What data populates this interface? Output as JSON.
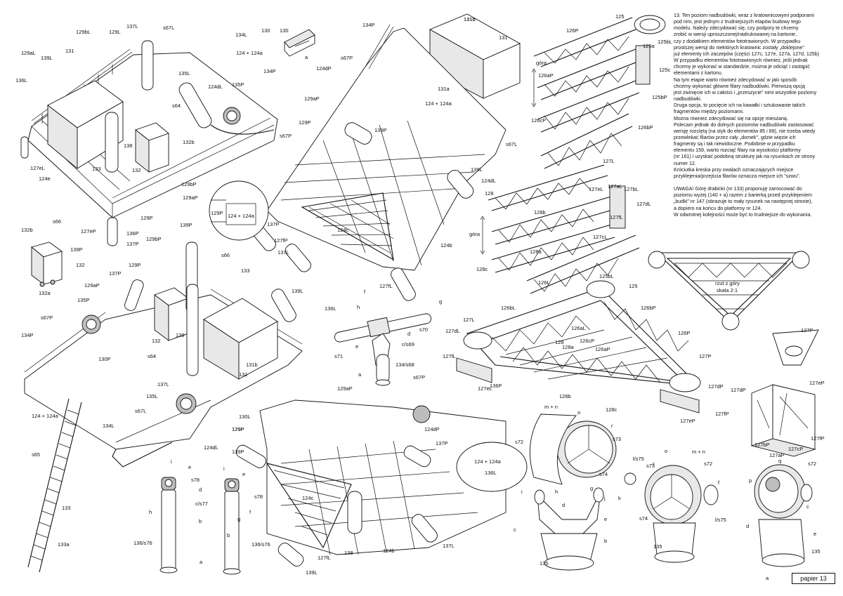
{
  "notes": {
    "paragraph_1": [
      "13. Ten poziom nadbudówki, wraz z kratownicowymi podporami",
      "pod nim, jest jednym z trudniejszych etapów budowy tego",
      "modelu. Należy zdecydować się, czy podpory te chcemy",
      "zrobić w wersji uproszczonej/nadrukowanej na kartonie,",
      "czy z dodatkiem elementów fototrawionych. W przypadku",
      "prostszej wersji do niektórych kratownic zostały „doklejone\"",
      "już elementy ich zaczepów (części 127c, 127e, 127a, 127d, 125b)",
      "W przypadku elementów fototrawionych również, jeśli jednak",
      "chcemy je wykonać w standardzie, można je odciąć i zastąpić",
      "elementami z kartonu.",
      "Na tym etapie warto również zdecydować w jaki sposób",
      "chcemy wykonać główne filary nadbudówki. Pierwszą opcją",
      "jest zwinięcie ich w całości i „przeszycie\" nimi wszystkie poziomy",
      "nadbudówki.",
      "Druga opcja, to pocięcie ich na kawałki i sztukowanie takich",
      "fragmentów między poziomami.",
      "Można również zdecydować się na opcję mieszaną.",
      "Polecam jednak do dolnych poziomów nadbudówki zastosować",
      "wersję rozciętą (na styk do elementów 85 i 89), nie trzeba wtedy",
      "przewlekać filarów przez cały „domek\", gdzie więzie ich",
      "fragmenty są i tak niewidoczne. Podobnie w przypadku",
      "elementu 159, warto rozciąć filary na wysokości platformy",
      "(nr 161) i uzyskać podobną strukturę jak na rysunkach ze strony",
      "numer 12.",
      "Króciutka kreska przy owalach oznaczających miejsce",
      "przyklejenia/przejścia filarów oznacza miejsce ich \"szwu\"."
    ],
    "paragraph_2": [
      "UWAGA! Górę drabinki (nr 133) proponuję zamocować do",
      "poziomu wyżej (140 + a) razem z barierką przed przyklejeniem",
      "„budki\" nr 147 (obrazuje to mały rysunek na następnej stronie),",
      "a dopiero na końcu do platformy nr 124.",
      "W odwrotnej kolejności może być to trudniejsze do wykonania."
    ]
  },
  "page_label": "papier 13",
  "top_view_caption": [
    "rzut z góry",
    "skala 2:1"
  ],
  "direction_label": "góra",
  "callouts": {
    "tl_assembly": [
      "129bL",
      "129L",
      "137L",
      "s67L",
      "134L",
      "129aL",
      "139L",
      "131",
      "136L",
      "135L",
      "s64",
      "127eL",
      "124e",
      "133",
      "132b",
      "132",
      "138",
      "136P",
      "127eP",
      "s66",
      "129bP",
      "129aP",
      "129P",
      "139P",
      "137P",
      "135P",
      "130",
      "124 + 124a",
      "134P",
      "s67P",
      "124dL"
    ],
    "top_center": [
      "134P",
      "124dP",
      "s67P",
      "129aP",
      "131b",
      "131",
      "131a",
      "124 + 124a",
      "139P",
      "s67L",
      "139L",
      "124dL",
      "129P",
      "137P",
      "127fP",
      "137L",
      "124c",
      "124b",
      "127fL"
    ],
    "inset_circle": [
      "129P",
      "124 + 124a"
    ],
    "small_part_130": [
      "130",
      "a"
    ],
    "part_132": [
      "132b",
      "132",
      "132a"
    ],
    "ml_assembly": [
      "129bP",
      "139P",
      "s66",
      "137P",
      "129P",
      "133",
      "129aP",
      "135P",
      "139L",
      "136L",
      "s67P",
      "132",
      "s64",
      "138",
      "131",
      "131b",
      "134P",
      "130P",
      "137L",
      "135L",
      "130L",
      "124 + 124a",
      "s67L",
      "129P",
      "134L",
      "124dL"
    ],
    "ladder": [
      "s65",
      "133",
      "133a"
    ],
    "small_gun": [
      "f",
      "h",
      "g",
      "d",
      "s70",
      "e",
      "c/s69",
      "s71",
      "a",
      "134/s68"
    ],
    "lamp_posts": [
      "i",
      "e",
      "s78",
      "d",
      "c/s77",
      "b",
      "h",
      "g",
      "f",
      "136/s76",
      "a"
    ],
    "bottom_center": [
      "129aP",
      "s67P",
      "124dP",
      "129P",
      "137P",
      "139P",
      "124 + 124a",
      "136L",
      "124c",
      "124b",
      "138",
      "127fL",
      "137L",
      "139L"
    ],
    "trusses_top": [
      "125",
      "126P",
      "125a",
      "125bL",
      "125c",
      "125bP",
      "126aP",
      "126cP",
      "126bP",
      "131b"
    ],
    "trusses_mid": [
      "127L",
      "127aL",
      "127eL",
      "127bL",
      "127dL",
      "128",
      "128b",
      "127fL",
      "127cL",
      "128a",
      "128c"
    ],
    "main_truss": [
      "126L",
      "125bL",
      "125",
      "126bL",
      "126bP",
      "127L",
      "126aL",
      "126cP",
      "126P",
      "128",
      "128a",
      "126aP",
      "127P",
      "127dL",
      "127fL",
      "127eL",
      "136P",
      "127dP",
      "128b",
      "128c",
      "127eP",
      "127fP"
    ],
    "part_127P": [
      "127P"
    ],
    "bracket": [
      "127dP",
      "127eP",
      "127bP",
      "127aP",
      "127cP",
      "127fP"
    ],
    "searchlights": [
      "m + n",
      "o",
      "s72",
      "r",
      "s73",
      "s74",
      "k",
      "l/s75",
      "i",
      "h",
      "g",
      "j",
      "c",
      "b",
      "e",
      "d",
      "p",
      "q",
      "f",
      "a",
      "135"
    ]
  }
}
